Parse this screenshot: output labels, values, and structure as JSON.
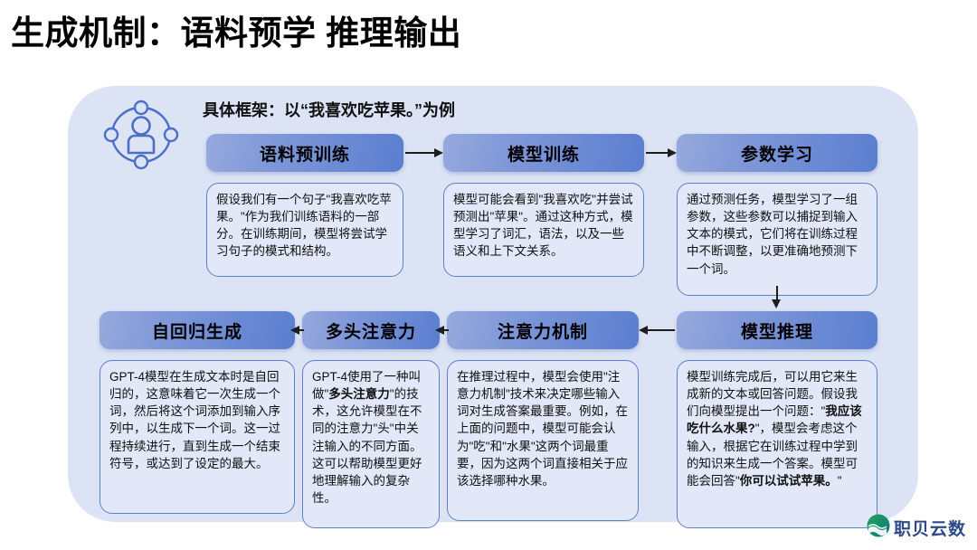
{
  "slide": {
    "title": "生成机制：语料预学 推理输出",
    "subtitle": "具体框架：以“我喜欢吃苹果。”为例"
  },
  "icons": {
    "persona": "persona-network-icon",
    "watermark_logo": "wave-globe-logo"
  },
  "flow": {
    "row1": [
      {
        "id": "pretrain",
        "title": "语料预训练",
        "body": "假设我们有一个句子\"我喜欢吃苹果。\"作为我们训练语料的一部分。在训练期间，模型将尝试学习句子的模式和结构。"
      },
      {
        "id": "train",
        "title": "模型训练",
        "body": "模型可能会看到\"我喜欢吃\"并尝试预测出\"苹果\"。通过这种方式，模型学习了词汇，语法，以及一些语义和上下文关系。"
      },
      {
        "id": "params",
        "title": "参数学习",
        "body": "通过预测任务，模型学习了一组参数，这些参数可以捕捉到输入文本的模式，它们将在训练过程中不断调整，以更准确地预测下一个词。"
      }
    ],
    "row2": [
      {
        "id": "autoregress",
        "title": "自回归生成",
        "body": "GPT-4模型在生成文本时是自回归的，这意味着它一次生成一个词，然后将这个词添加到输入序列中，以生成下一个词。这一过程持续进行，直到生成一个结束符号，或达到了设定的最大。"
      },
      {
        "id": "multihead",
        "title": "多头注意力",
        "body_before": "GPT-4使用了一种叫做\"",
        "body_bold": "多头注意力",
        "body_after": "\"的技术，这允许模型在不同的注意力\"头\"中关注输入的不同方面。这可以帮助模型更好地理解输入的复杂性。"
      },
      {
        "id": "attention",
        "title": "注意力机制",
        "body": "在推理过程中，模型会使用\"注意力机制\"技术来决定哪些输入词对生成答案最重要。例如，在上面的问题中，模型可能会认为\"吃\"和\"水果\"这两个词最重要，因为这两个词直接相关于应该选择哪种水果。"
      },
      {
        "id": "inference",
        "title": "模型推理",
        "body_p1": "模型训练完成后，可以用它来生成新的文本或回答问题。假设我们向模型提出一个问题：\"",
        "body_q_bold": "我应该吃什么水果?",
        "body_p2": "\"，模型会考虑这个输入，根据它在训练过程中学到的知识来生成一个答案。模型可能会回答\"",
        "body_a_bold": "你可以试试苹果。",
        "body_p3": "\""
      }
    ]
  },
  "watermark": {
    "text": "职贝云数"
  },
  "colors": {
    "panel_bg": "#dbe3f5",
    "header_gradient_start": "#96a9dd",
    "header_gradient_end": "#5b7ed0",
    "body_bg": "#e2e8f7",
    "body_border": "#5d7fc4",
    "connector": "#1d1d1d",
    "watermark_text": "#2b4a86"
  }
}
